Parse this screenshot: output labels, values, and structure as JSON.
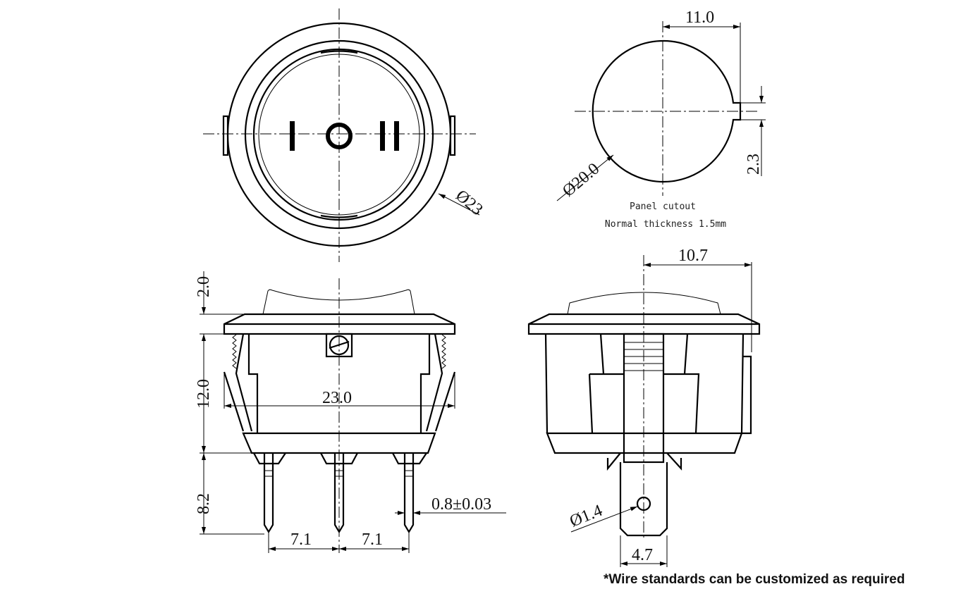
{
  "top_view": {
    "diameter": "Ø23",
    "symbols": [
      "I",
      "O",
      "II"
    ]
  },
  "panel_cutout": {
    "width": "11.0",
    "notch": "2.3",
    "diameter": "Ø20.0",
    "title": "Panel cutout",
    "thickness": "Normal thickness 1.5mm"
  },
  "front_view": {
    "rocker_height": "2.0",
    "body_height": "12.0",
    "width": "23.0",
    "pin_length": "8.2",
    "pin_pitch_1": "7.1",
    "pin_pitch_2": "7.1",
    "pin_thickness": "0.8±0.03"
  },
  "side_view": {
    "depth": "10.7",
    "hole": "Ø1.4",
    "terminal_width": "4.7"
  },
  "footnote": "*Wire standards can be customized as required"
}
